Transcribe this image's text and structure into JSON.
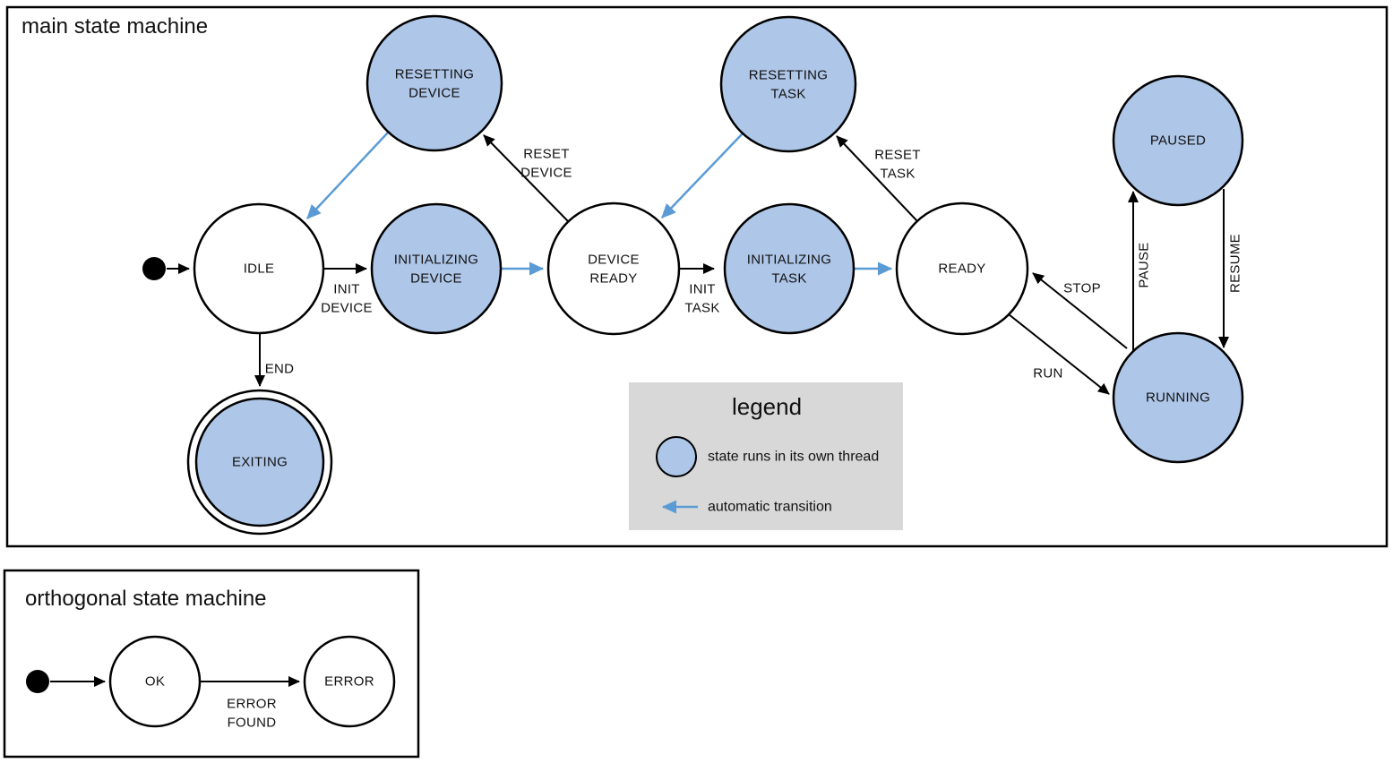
{
  "main": {
    "title": "main state machine",
    "states": {
      "idle": {
        "label": "IDLE"
      },
      "initializing_device": {
        "line1": "INITIALIZING",
        "line2": "DEVICE"
      },
      "device_ready": {
        "line1": "DEVICE",
        "line2": "READY"
      },
      "initializing_task": {
        "line1": "INITIALIZING",
        "line2": "TASK"
      },
      "ready": {
        "label": "READY"
      },
      "resetting_device": {
        "line1": "RESETTING",
        "line2": "DEVICE"
      },
      "resetting_task": {
        "line1": "RESETTING",
        "line2": "TASK"
      },
      "paused": {
        "label": "PAUSED"
      },
      "running": {
        "label": "RUNNING"
      },
      "exiting": {
        "label": "EXITING"
      }
    },
    "transitions": {
      "init_device": {
        "line1": "INIT",
        "line2": "DEVICE"
      },
      "init_task": {
        "line1": "INIT",
        "line2": "TASK"
      },
      "reset_device": {
        "line1": "RESET",
        "line2": "DEVICE"
      },
      "reset_task": {
        "line1": "RESET",
        "line2": "TASK"
      },
      "end": "END",
      "run": "RUN",
      "stop": "STOP",
      "pause": "PAUSE",
      "resume": "RESUME"
    }
  },
  "legend": {
    "title": "legend",
    "threaded_label": "state runs in its own thread",
    "auto_label": "automatic transition"
  },
  "orthogonal": {
    "title": "orthogonal state machine",
    "states": {
      "ok": {
        "label": "OK"
      },
      "error": {
        "label": "ERROR"
      }
    },
    "transitions": {
      "error_found": {
        "line1": "ERROR",
        "line2": "FOUND"
      }
    }
  },
  "colors": {
    "thread_state_fill": "#aec6e8",
    "automatic_transition": "#5b9bd5",
    "legend_background": "#d8d8d8",
    "stroke": "#000000"
  }
}
